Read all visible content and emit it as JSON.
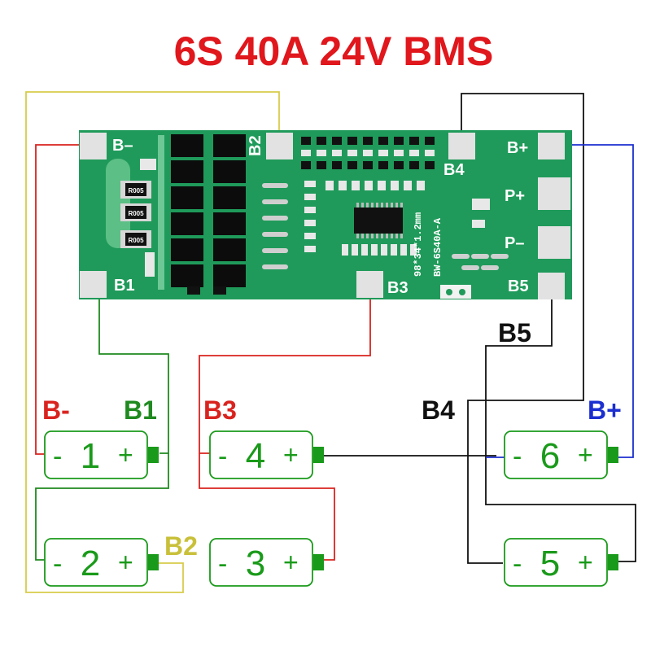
{
  "title": "6S 40A 24V BMS",
  "board": {
    "pads": {
      "b_minus": "B–",
      "b1": "B1",
      "b2": "B2",
      "b3": "B3",
      "b4": "B4",
      "b5": "B5",
      "b_plus": "B+",
      "p_plus": "P+",
      "p_minus": "P–"
    },
    "silk_dims": "98*34*1.2mm",
    "silk_model": "BW-6S40A-A",
    "resistor_label": "R005"
  },
  "wire_labels": {
    "b_minus": "B-",
    "b1": "B1",
    "b2": "B2",
    "b3": "B3",
    "b4": "B4",
    "b5": "B5",
    "b_plus": "B+"
  },
  "cells": [
    {
      "number": "1",
      "neg": "-",
      "pos": "+"
    },
    {
      "number": "2",
      "neg": "-",
      "pos": "+"
    },
    {
      "number": "3",
      "neg": "-",
      "pos": "+"
    },
    {
      "number": "4",
      "neg": "-",
      "pos": "+"
    },
    {
      "number": "5",
      "neg": "-",
      "pos": "+"
    },
    {
      "number": "6",
      "neg": "-",
      "pos": "+"
    }
  ],
  "colors": {
    "title": "#e0171c",
    "pcb": "#1f9a5a",
    "cell_green": "#1a9a1a",
    "wire_red": "#d9231f",
    "wire_green": "#1f8a1f",
    "wire_yellow": "#d8cc4a",
    "wire_black": "#111111",
    "wire_blue": "#1c2fd0"
  }
}
